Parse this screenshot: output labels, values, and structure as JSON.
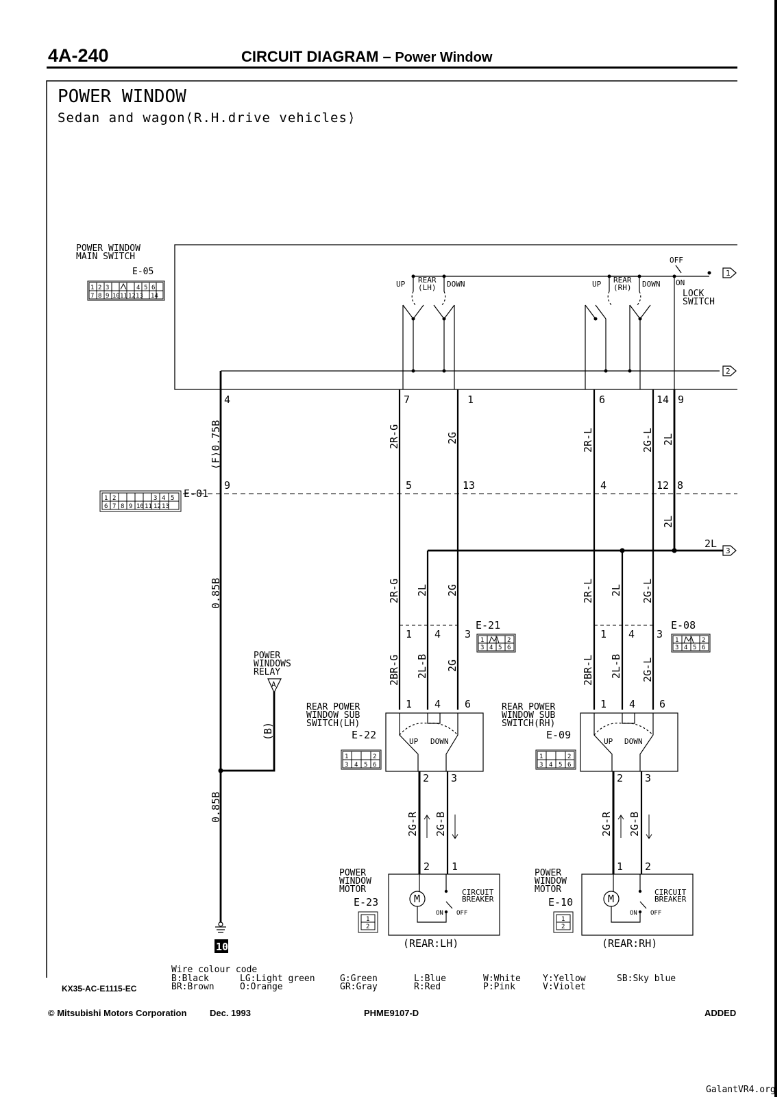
{
  "header": {
    "page_number": "4A-240",
    "title_main": "CIRCUIT DIAGRAM –",
    "title_sub": " Power Window"
  },
  "diagram": {
    "title": "POWER WINDOW",
    "subtitle": "Sedan and wagon⟨R.H.drive vehicles⟩",
    "main_switch": {
      "line1": "POWER WINDOW",
      "line2": "MAIN SWITCH",
      "code": "E-05"
    },
    "joint_connector": "E-01",
    "rear_lh_switch_label": {
      "line1": "REAR",
      "line2": "(LH)"
    },
    "rear_rh_switch_label": {
      "line1": "REAR",
      "line2": "(RH)"
    },
    "up": "UP",
    "down": "DOWN",
    "lock_switch": {
      "off": "OFF",
      "on": "ON",
      "line1": "LOCK",
      "line2": "SWITCH"
    },
    "off_page_refs": [
      "1",
      "2",
      "3"
    ],
    "main_pins": [
      "4",
      "7",
      "1",
      "6",
      "14",
      "9"
    ],
    "e01_pins": [
      "9",
      "5",
      "13",
      "4",
      "12",
      "8"
    ],
    "wires": {
      "f075b": "⟨F⟩0.75B",
      "w085b": "0.85B",
      "w085b_2": "0.85B",
      "b": "(B)",
      "c_2rg": "2R-G",
      "c_2g": "2G",
      "c_2rl": "2R-L",
      "c_2gl": "2G-L",
      "c_2l": "2L",
      "c_2l_b": "2L",
      "bus_2l": "2L",
      "lh_2rg": "2R-G",
      "lh_2l": "2L",
      "lh_2g": "2G",
      "rh_2rl": "2R-L",
      "rh_2l": "2L",
      "rh_2gl": "2G-L",
      "lh_2brg": "2BR-G",
      "lh_2lb": "2L-B",
      "lh_2g_2": "2G",
      "rh_2brl": "2BR-L",
      "rh_2lb": "2L-B",
      "rh_2gl_2": "2G-L",
      "lh_2gr": "2G-R",
      "lh_2gb": "2G-B",
      "rh_2gr": "2G-R",
      "rh_2gb": "2G-B"
    },
    "connectors": {
      "e21": "E-21",
      "e08": "E-08",
      "e21_pins": [
        "1",
        "4",
        "3"
      ],
      "e08_pins": [
        "1",
        "4",
        "3"
      ]
    },
    "relay": {
      "line1": "POWER",
      "line2": "WINDOWS",
      "line3": "RELAY",
      "terminal": "A"
    },
    "rear_sub_lh": {
      "line1": "REAR POWER",
      "line2": "WINDOW SUB",
      "line3": "SWITCH(LH)",
      "code": "E-22",
      "pins_top": [
        "1",
        "4",
        "6"
      ],
      "pins_bottom": [
        "2",
        "3"
      ]
    },
    "rear_sub_rh": {
      "line1": "REAR POWER",
      "line2": "WINDOW SUB",
      "line3": "SWITCH(RH)",
      "code": "E-09",
      "pins_top": [
        "1",
        "4",
        "6"
      ],
      "pins_bottom": [
        "2",
        "3"
      ]
    },
    "motor_lh": {
      "line1": "POWER",
      "line2": "WINDOW",
      "line3": "MOTOR",
      "code": "E-23",
      "pins": [
        "2",
        "1"
      ],
      "caption": "(REAR:LH)"
    },
    "motor_rh": {
      "line1": "POWER",
      "line2": "WINDOW",
      "line3": "MOTOR",
      "code": "E-10",
      "pins": [
        "1",
        "2"
      ],
      "caption": "(REAR:RH)"
    },
    "circuit_breaker": {
      "line1": "CIRCUIT",
      "line2": "BREAKER",
      "on": "ON",
      "off": "OFF"
    },
    "motor_symbol": "M",
    "ground_ref": "10",
    "main_connector_pins": {
      "row1": [
        "1",
        "2",
        "3",
        "4",
        "5",
        "6"
      ],
      "row2": [
        "7",
        "8",
        "9",
        "10",
        "11",
        "12",
        "13",
        "14"
      ]
    },
    "e01_connector_pins": {
      "row1": [
        "1",
        "2",
        "3",
        "4",
        "5"
      ],
      "row2": [
        "6",
        "7",
        "8",
        "9",
        "10",
        "11",
        "12",
        "13"
      ]
    },
    "sub_connector_pins": {
      "row1": [
        "1",
        "2"
      ],
      "row2": [
        "3",
        "4",
        "5",
        "6"
      ]
    },
    "motor_connector_pins": [
      "1",
      "2"
    ],
    "wire_colour_code": {
      "heading": "Wire colour code",
      "entries": [
        [
          "B:Black",
          "BR:Brown"
        ],
        [
          "LG:Light green",
          "O:Orange"
        ],
        [
          "G:Green",
          "GR:Gray"
        ],
        [
          "L:Blue",
          "R:Red"
        ],
        [
          "W:White",
          "P:Pink"
        ],
        [
          "Y:Yellow",
          "V:Violet"
        ],
        [
          "SB:Sky blue",
          ""
        ]
      ]
    },
    "drawing_code": "KX35-AC-E1115-EC"
  },
  "footer": {
    "copyright": "© Mitsubishi Motors Corporation",
    "date": "Dec. 1993",
    "code": "PHME9107-D",
    "status": "ADDED"
  },
  "watermark": "GalantVR4.org"
}
